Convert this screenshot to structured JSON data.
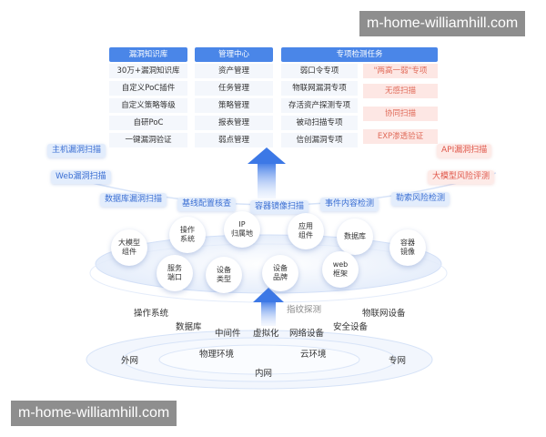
{
  "watermark_top": "m-home-williamhill.com",
  "watermark_bottom": "m-home-williamhill.com",
  "columns": {
    "col1": {
      "header": "漏洞知识库",
      "items": [
        "30万+漏洞知识库",
        "自定义PoC插件",
        "自定义策略等级",
        "自研PoC",
        "一键漏洞验证"
      ]
    },
    "col2": {
      "header": "管理中心",
      "items": [
        "资产管理",
        "任务管理",
        "策略管理",
        "报表管理",
        "弱点管理"
      ]
    },
    "col3": {
      "header": "专项检测任务",
      "items_left": [
        "弱口令专项",
        "物联网漏洞专项",
        "存活资产探测专项",
        "被动扫描专项",
        "信创漏洞专项"
      ],
      "items_right": [
        "\"两高一弱\"专项",
        "无感扫描",
        "协同扫描",
        "EXP渗透验证"
      ]
    },
    "colors": {
      "header_blue": "#4a86e8",
      "cell_bg": "#f4f7fc",
      "pink_bg": "#fde7e4",
      "pink_text": "#e06a58"
    }
  },
  "scan_chips": {
    "host": "主机漏洞扫描",
    "web": "Web漏洞扫描",
    "database": "数据库漏洞扫描",
    "baseline": "基线配置核查",
    "container_image": "容器镜像扫描",
    "event_content": "事件内容检测",
    "ransomware": "勒索风险检测",
    "api": "API漏洞扫描",
    "llm_risk": "大模型风险评测"
  },
  "asset_bubbles": {
    "os": "操作\n系统",
    "ip": "IP\n归属地",
    "app": "应用\n组件",
    "db": "数据库",
    "llm": "大模型\n组件",
    "container": "容器\n镜像",
    "service_port": "服务\n端口",
    "device_type": "设备\n类型",
    "device_brand": "设备\n品牌",
    "web_framework": "web\n框架"
  },
  "fingerprint_label": "指纹探测",
  "environment_labels": {
    "os": "操作系统",
    "iot": "物联网设备",
    "database": "数据库",
    "middleware": "中间件",
    "virtualization": "虚拟化",
    "network_device": "网络设备",
    "security_device": "安全设备",
    "physical": "物理环境",
    "cloud": "云环境",
    "external": "外网",
    "private": "专网",
    "internal": "内网"
  }
}
